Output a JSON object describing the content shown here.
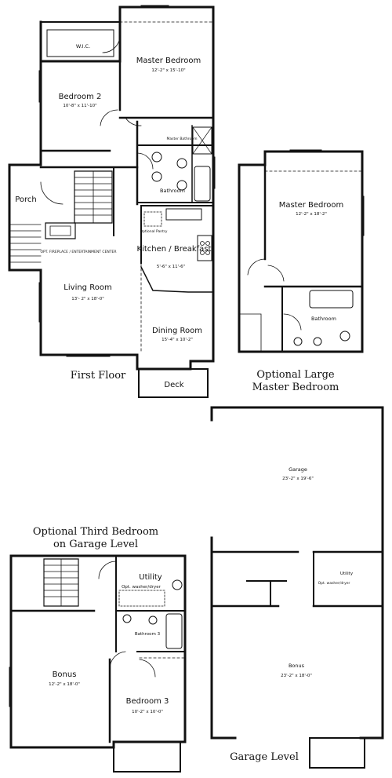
{
  "colors": {
    "wall": "#111111",
    "background": "#ffffff"
  },
  "first_floor": {
    "title": "First Floor",
    "rooms": {
      "wic": "W.I.C.",
      "master_bedroom": {
        "name": "Master Bedroom",
        "dims": "12'-2\" x 15'-10\""
      },
      "bedroom2": {
        "name": "Bedroom 2",
        "dims": "10'-8\" x 11'-10\""
      },
      "master_bathroom": "Master Bathroom",
      "bathroom": "Bathroom",
      "porch": "Porch",
      "kitchen": {
        "name": "Kitchen / Breakfast",
        "dims": "5'-6\" x 11'-6\""
      },
      "optional_pantry": "Optional Pantry",
      "fireplace": "OPT. FIREPLACE / ENTERTAINMENT CENTER",
      "living_room": {
        "name": "Living Room",
        "dims": "13'- 2\" x 18'-0\""
      },
      "dining_room": {
        "name": "Dining Room",
        "dims": "15'-4\" x 10'-2\""
      },
      "deck": "Deck"
    }
  },
  "optional_master": {
    "title_line1": "Optional Large",
    "title_line2": "Master Bedroom",
    "master_bedroom": {
      "name": "Master Bedroom",
      "dims": "12'-2\" x 18'-2\""
    },
    "bathroom": "Bathroom"
  },
  "garage_level": {
    "title": "Garage Level",
    "garage": {
      "name": "Garage",
      "dims": "23'-2\" x 19'-6\""
    },
    "utility": "Utility",
    "washer": "Opt. washer/dryer",
    "bonus": {
      "name": "Bonus",
      "dims": "23'-2\" x 18'-0\""
    }
  },
  "optional_third": {
    "title_line1": "Optional Third Bedroom",
    "title_line2": "on Garage Level",
    "utility": "Utility",
    "washer": "Opt. washer/dryer",
    "bathroom3": "Bathroom 3",
    "bonus": {
      "name": "Bonus",
      "dims": "12'-2\" x 18'-0\""
    },
    "bedroom3": {
      "name": "Bedroom 3",
      "dims": "10'-2\" x 10'-0\""
    }
  }
}
